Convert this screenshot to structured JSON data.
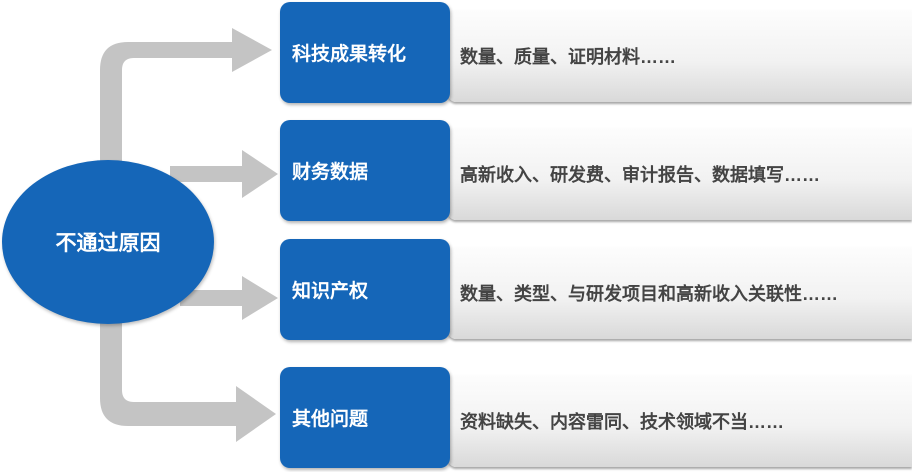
{
  "center": {
    "label": "不通过原因"
  },
  "items": [
    {
      "category": "科技成果转化",
      "detail": "数量、质量、证明材料……"
    },
    {
      "category": "财务数据",
      "detail": "高新收入、研发费、审计报告、数据填写……"
    },
    {
      "category": "知识产权",
      "detail": "数量、类型、与研发项目和高新收入关联性……"
    },
    {
      "category": "其他问题",
      "detail": "资料缺失、内容雷同、技术领域不当……"
    }
  ],
  "colors": {
    "primary": "#1566b8",
    "arrow": "#c4c4c4",
    "text": "#444444"
  }
}
